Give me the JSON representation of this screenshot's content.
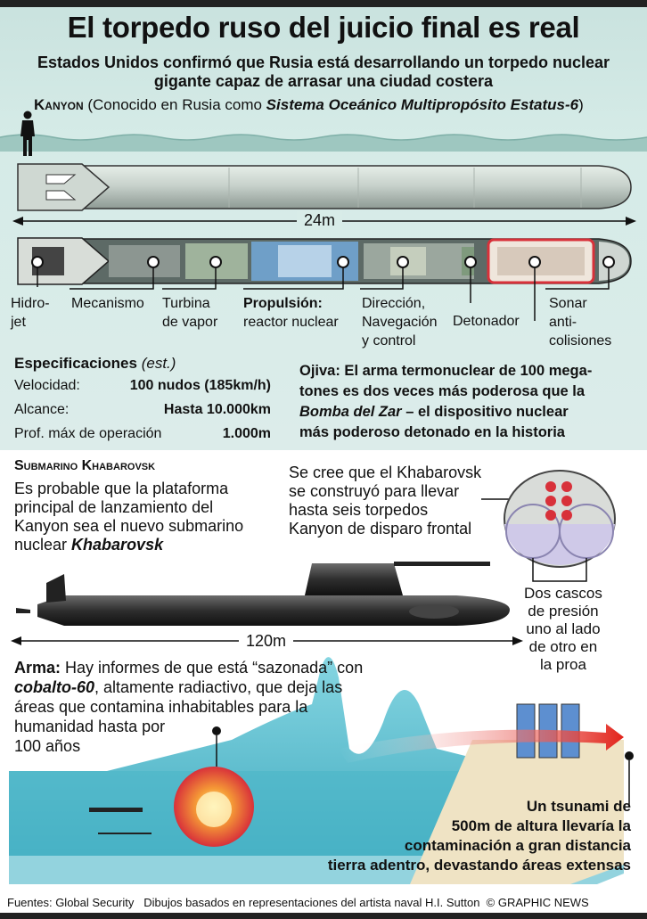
{
  "title": "El torpedo ruso del juicio final es real",
  "subtitle": "Estados Unidos confirmó que Rusia está desarrollando un torpedo nuclear gigante capaz de arrasar una ciudad costera",
  "kanyon": {
    "name": "Kanyon",
    "paren_open": " (Conocido en Rusia como ",
    "system": "Sistema Oceánico Multipropósito Estatus-6",
    "paren_close": ")"
  },
  "length_torpedo": "24m",
  "components": {
    "hidrojet_1": "Hidro-",
    "hidrojet_2": "jet",
    "mecanismo": "Mecanismo",
    "turbina_1": "Turbina",
    "turbina_2": "de vapor",
    "propulsion_1": "Propulsión:",
    "propulsion_2": "reactor nuclear",
    "direccion_1": "Dirección,",
    "direccion_2": "Navegación",
    "direccion_3": "y control",
    "detonador": "Detonador",
    "sonar_1": "Sonar",
    "sonar_2": "anti-",
    "sonar_3": "colisiones"
  },
  "specs": {
    "heading": "Especificaciones",
    "heading_note": "(est.)",
    "rows": [
      {
        "key": "Velocidad:",
        "value": "100 nudos (185km/h)"
      },
      {
        "key": "Alcance:",
        "value": "Hasta 10.000km"
      },
      {
        "key": "Prof. máx de operación",
        "value": "1.000m"
      }
    ]
  },
  "ojiva": {
    "lead": "Ojiva: El arma termonuclear de 100 mega-",
    "line2": "tones es dos veces más poderosa que la",
    "bomba": "Bomba del Zar",
    "line3_rest": " – el dispositivo nuclear",
    "line4": "más poderoso detonado en la historia"
  },
  "submarine": {
    "heading": "Submarino Khabarovsk",
    "text_1": "Es probable que la plataforma",
    "text_2": "principal de lanzamiento del",
    "text_3": "Kanyon sea el nuevo submarino",
    "text_4_pre": "nuclear ",
    "text_4_name": "Khabarovsk",
    "length": "120m",
    "tubes_1": "Se cree que el Khabarovsk",
    "tubes_2": "se construyó para llevar",
    "tubes_3": "hasta seis torpedos",
    "tubes_4": "Kanyon de disparo frontal",
    "hulls_1": "Dos cascos",
    "hulls_2": "de presión",
    "hulls_3": "uno al lado",
    "hulls_4": "de otro en",
    "hulls_5": "la proa"
  },
  "arma": {
    "label": "Arma:",
    "line1_rest": " Hay informes de que está “sazonada” con",
    "cobalt": "cobalto-60",
    "line2_rest": ", altamente radiactivo, que deja las",
    "line3": "áreas que contamina inhabitables para la",
    "line4": "humanidad hasta por",
    "line5": "100 años"
  },
  "tsunami": {
    "line1": "Un tsunami de",
    "line2": "500m de altura llevaría la",
    "line3": "contaminación a gran distancia",
    "line4": "tierra adentro, devastando áreas extensas"
  },
  "footer": {
    "sources": "Fuentes: Global Security",
    "drawings": "Dibujos basados en representaciones del artista naval H.I. Sutton",
    "credit": "© GRAPHIC NEWS"
  },
  "colors": {
    "background_top": "#d5ebe7",
    "reactor_blue": "#6f9fc8",
    "warhead_red": "#d8313a",
    "explosion": "#e8642a",
    "arrow_red": "#e2231a"
  }
}
